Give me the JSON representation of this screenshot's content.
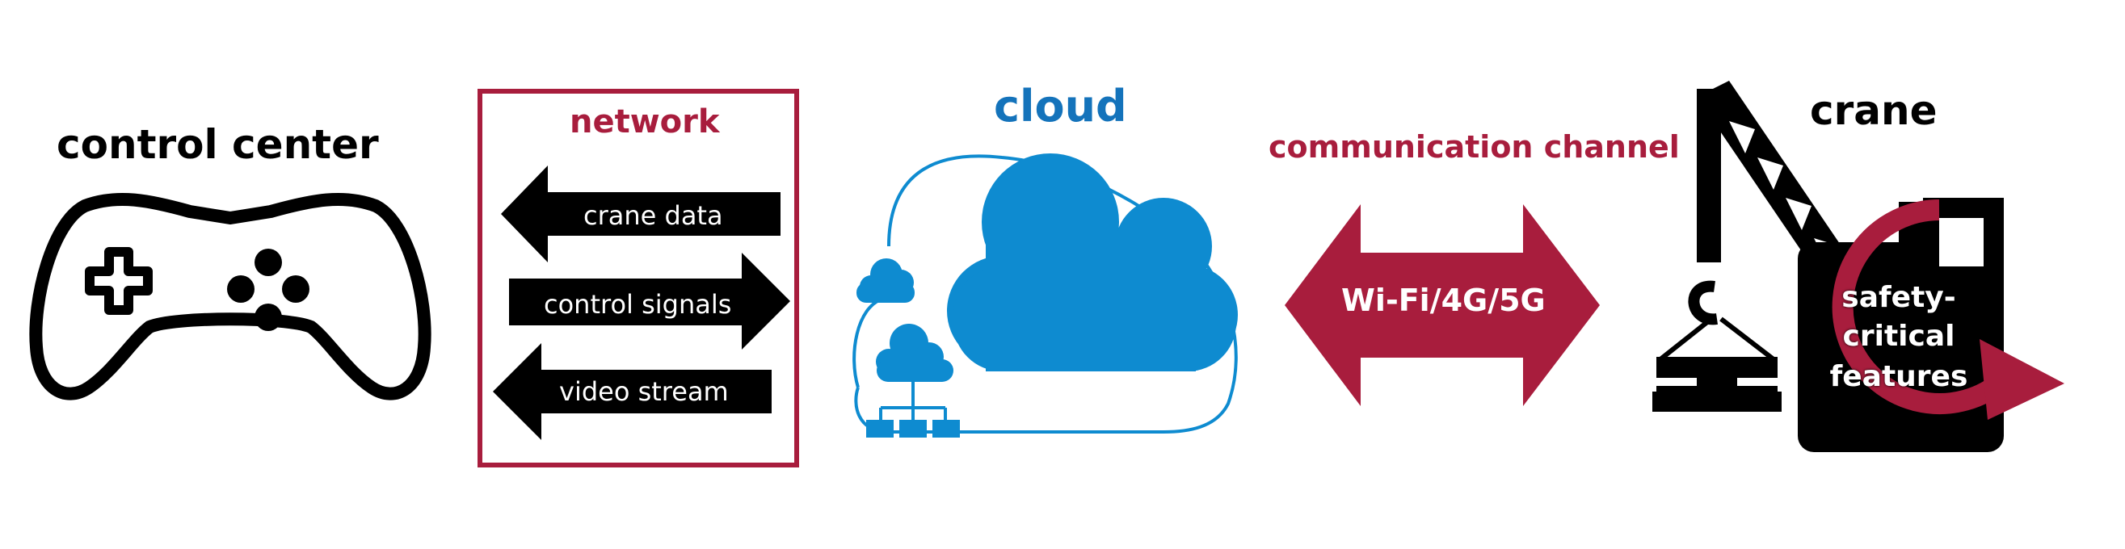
{
  "diagram": {
    "control_center": {
      "title": "control center"
    },
    "network": {
      "title": "network",
      "arrows": [
        {
          "label": "crane data",
          "direction": "left"
        },
        {
          "label": "control signals",
          "direction": "right"
        },
        {
          "label": "video stream",
          "direction": "left"
        }
      ]
    },
    "cloud": {
      "title": "cloud"
    },
    "channel": {
      "title": "communication channel",
      "label": "Wi-Fi/4G/5G"
    },
    "crane": {
      "title": "crane",
      "safety_lines": [
        "safety-",
        "critical",
        "features"
      ]
    }
  },
  "colors": {
    "accent_red": "#a81d3d",
    "cloud_blue": "#0e8bd0",
    "cloud_title_blue": "#1473bb",
    "black": "#000000"
  },
  "icons": [
    "gamepad-icon",
    "cloud-icon",
    "network-hierarchy-icon",
    "crane-icon",
    "cycle-arrow-icon"
  ]
}
